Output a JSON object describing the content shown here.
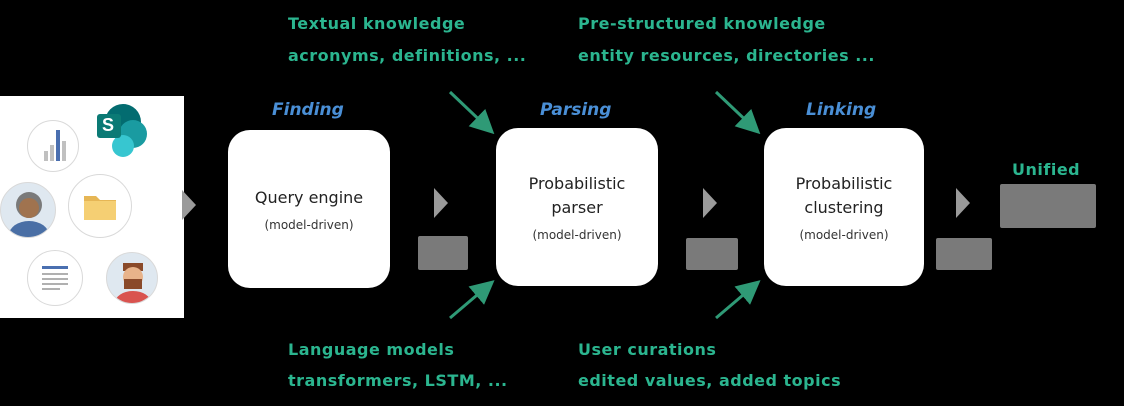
{
  "stages": {
    "finding": "Finding",
    "parsing": "Parsing",
    "linking": "Linking"
  },
  "boxes": {
    "query_engine": {
      "title": "Query engine",
      "subtitle": "(model-driven)"
    },
    "parser": {
      "title_line1": "Probabilistic",
      "title_line2": "parser",
      "subtitle": "(model-driven)"
    },
    "clustering": {
      "title_line1": "Probabilistic",
      "title_line2": "clustering",
      "subtitle": "(model-driven)"
    }
  },
  "inputs_top": {
    "textual_title": "Textual knowledge",
    "textual_detail": "acronyms, definitions, ...",
    "structured_title": "Pre-structured knowledge",
    "structured_detail": "entity resources, directories ..."
  },
  "inputs_bottom": {
    "lm_title": "Language models",
    "lm_detail": "transformers, LSTM, ...",
    "user_title": "User curations",
    "user_detail": "edited values, added topics"
  },
  "output": {
    "label": "Unified"
  },
  "icons": {
    "sharepoint_letter": "S"
  },
  "colors": {
    "teal": "#2bb58f",
    "stage_blue": "#4a8fd6",
    "arrow_teal": "#2f9a76",
    "sharepoint": "#0b7a75"
  }
}
